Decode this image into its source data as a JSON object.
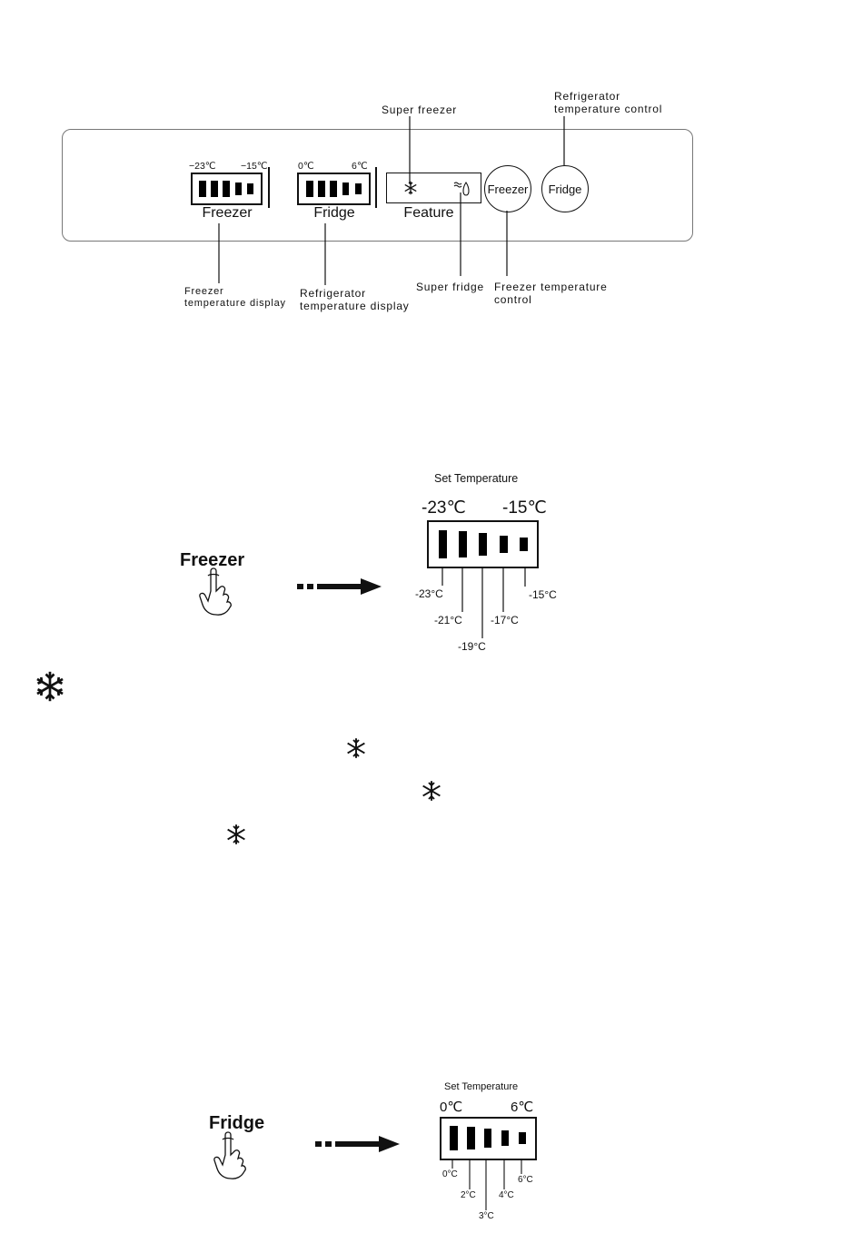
{
  "panel": {
    "freezer_display": {
      "min": "−23℃",
      "max": "−15℃",
      "caption": "Freezer"
    },
    "fridge_display": {
      "min": "0℃",
      "max": "6℃",
      "caption": "Fridge"
    },
    "feature_display": {
      "caption": "Feature",
      "icons": [
        "snowflake-icon",
        "drop-icon"
      ]
    },
    "buttons": {
      "freezer": "Freezer",
      "fridge": "Fridge"
    }
  },
  "callouts": {
    "super_freezer": "Super freezer",
    "refrigerator_temp_control_1": "Refrigerator",
    "refrigerator_temp_control_2": "temperature control",
    "freezer_temp_display_1": "Freezer",
    "freezer_temp_display_2": "temperature display",
    "refrigerator_temp_display_1": "Refrigerator",
    "refrigerator_temp_display_2": "temperature display",
    "super_fridge": "Super fridge",
    "freezer_temp_control_1": "Freezer temperature",
    "freezer_temp_control_2": "control"
  },
  "freezer_set": {
    "title": "Set Temperature",
    "min": "-23℃",
    "max": "-15℃",
    "hand_label": "Freezer",
    "levels": [
      "-23°C",
      "-21°C",
      "-19°C",
      "-17°C",
      "-15°C"
    ]
  },
  "fridge_set": {
    "title": "Set Temperature",
    "min": "0℃",
    "max": "6℃",
    "hand_label": "Fridge",
    "levels": [
      "0°C",
      "2°C",
      "3°C",
      "4°C",
      "6°C"
    ]
  },
  "icons": [
    "snowflake-icon",
    "snowflake-icon",
    "snowflake-icon",
    "snowflake-icon"
  ]
}
